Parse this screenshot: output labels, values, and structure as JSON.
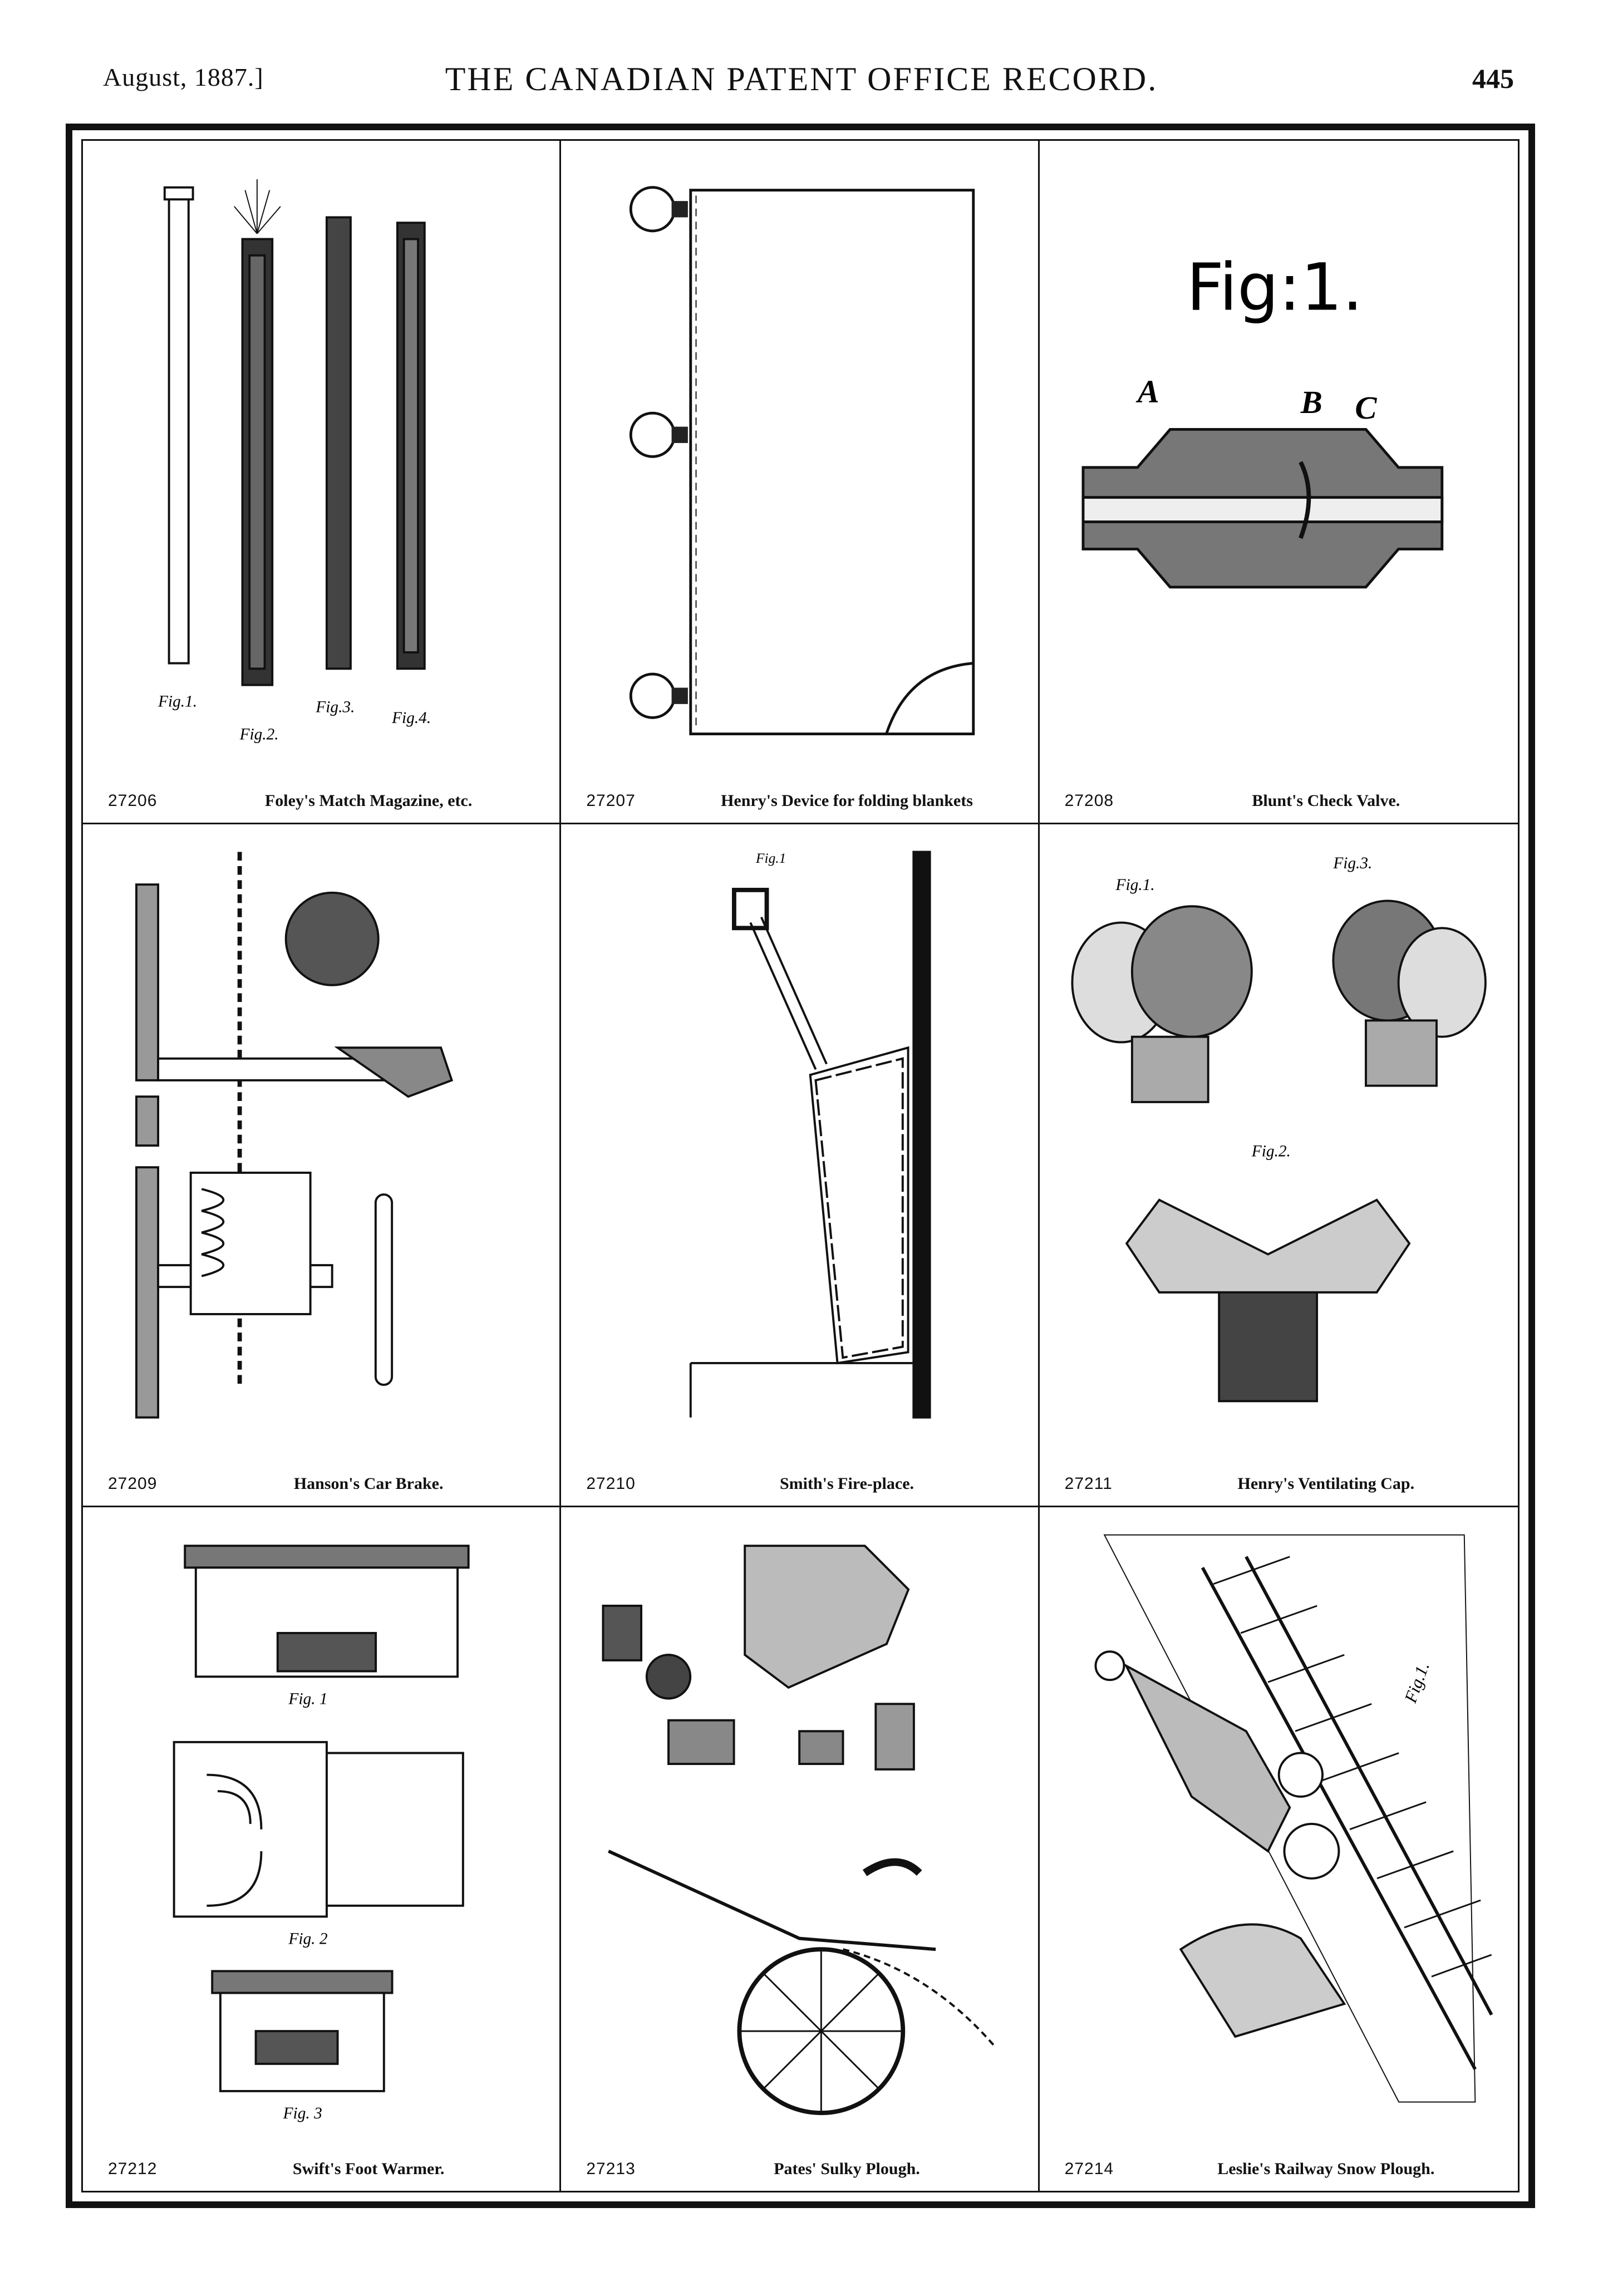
{
  "header": {
    "date": "August, 1887.]",
    "title": "THE CANADIAN PATENT OFFICE RECORD.",
    "page": "445"
  },
  "patents": [
    {
      "number": "27206",
      "title": "Foley's Match Magazine, etc.",
      "figs": [
        "Fig.1.",
        "Fig.2.",
        "Fig.3.",
        "Fig.4."
      ]
    },
    {
      "number": "27207",
      "title": "Henry's Device for folding blankets"
    },
    {
      "number": "27208",
      "title": "Blunt's Check Valve.",
      "figs": [
        "Fig:1."
      ],
      "labels": [
        "A",
        "B",
        "C"
      ]
    },
    {
      "number": "27209",
      "title": "Hanson's Car Brake."
    },
    {
      "number": "27210",
      "title": "Smith's Fire-place.",
      "figs": [
        "Fig.1"
      ]
    },
    {
      "number": "27211",
      "title": "Henry's Ventilating Cap.",
      "figs": [
        "Fig.1.",
        "Fig.2.",
        "Fig.3."
      ]
    },
    {
      "number": "27212",
      "title": "Swift's Foot Warmer.",
      "figs": [
        "Fig. 1",
        "Fig. 2",
        "Fig. 3"
      ]
    },
    {
      "number": "27213",
      "title": "Pates' Sulky Plough."
    },
    {
      "number": "27214",
      "title": "Leslie's Railway Snow Plough.",
      "figs": [
        "Fig.1."
      ]
    }
  ]
}
